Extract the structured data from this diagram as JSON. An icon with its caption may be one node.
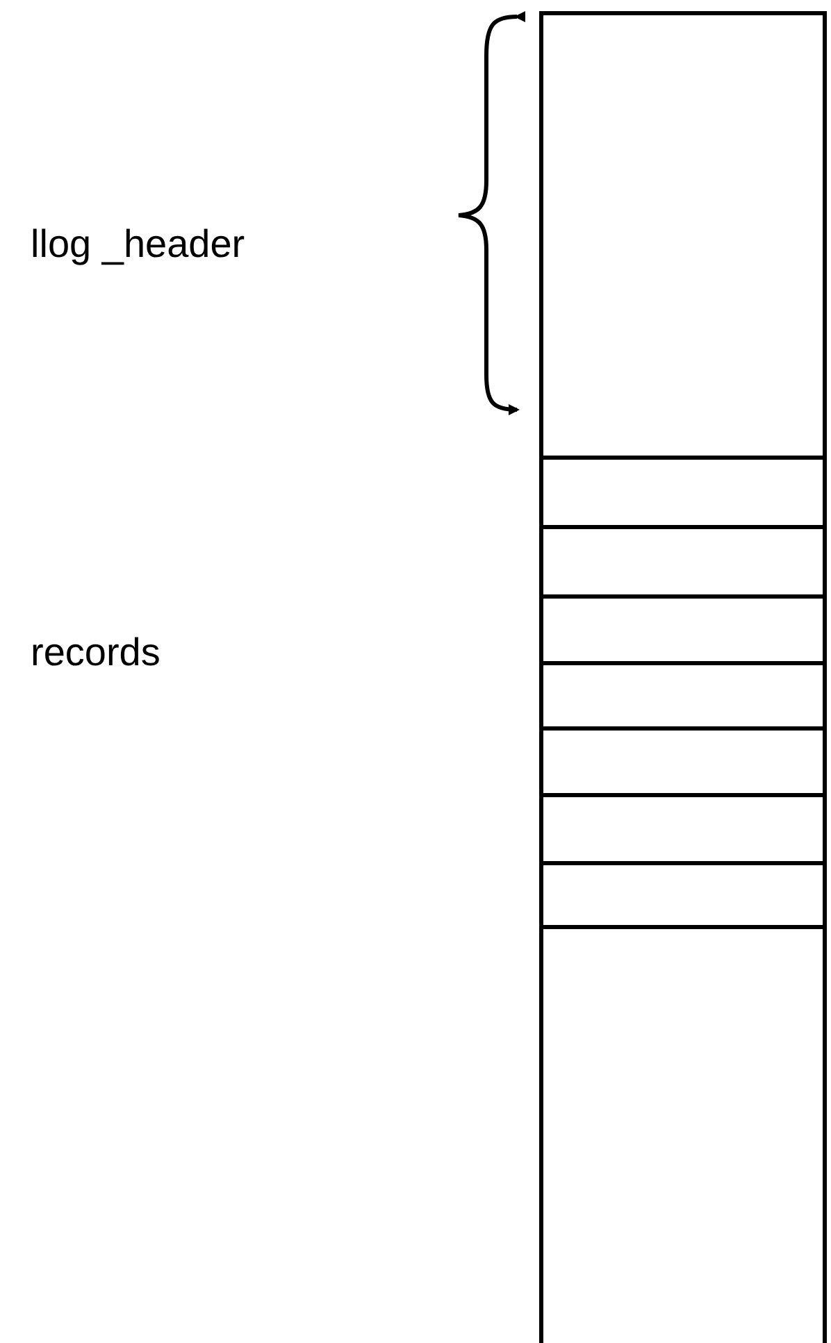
{
  "diagram": {
    "nodes": [
      {
        "text": [],
        "shape": "box"
      },
      {
        "text": [],
        "shape": "box",
        "in": 0
      },
      {
        "text": [],
        "shape": "box",
        "in": 0
      },
      {
        "text": [],
        "shape": "box",
        "in": 0
      },
      {
        "text": [],
        "shape": "box",
        "in": 0
      },
      {
        "text": [],
        "shape": "box",
        "in": 0
      },
      {
        "text": [],
        "shape": "box",
        "in": 0
      },
      {
        "text": [],
        "shape": "box",
        "in": 0
      },
      {
        "text": [],
        "shape": "box",
        "in": 0
      }
    ],
    "labels": [
      "llog _header",
      "records"
    ]
  }
}
